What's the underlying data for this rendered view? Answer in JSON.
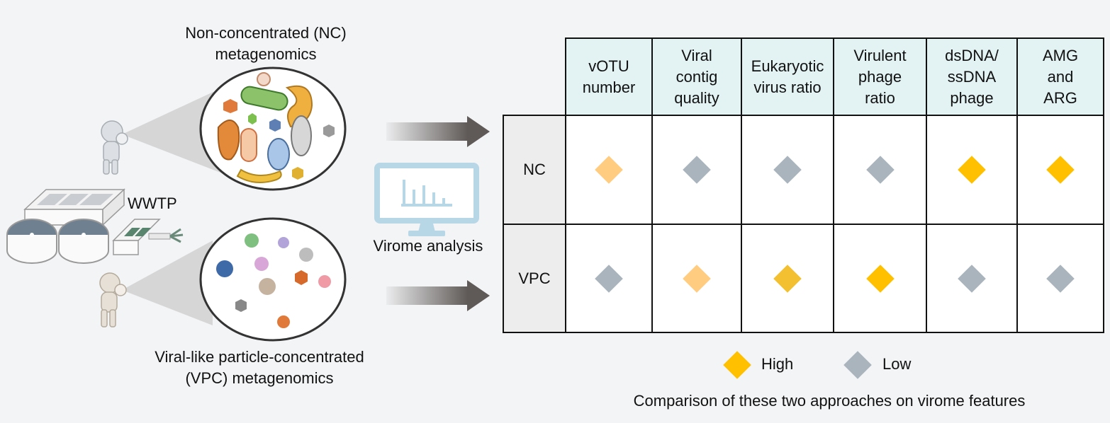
{
  "left": {
    "nc_title_line1": "Non-concentrated (NC)",
    "nc_title_line2": "metagenomics",
    "wwtp_label": "WWTP",
    "vpc_title_line1": "Viral-like particle-concentrated",
    "vpc_title_line2": "(VPC) metagenomics"
  },
  "middle": {
    "analysis_label": "Virome analysis"
  },
  "table": {
    "columns": [
      {
        "line1": "vOTU",
        "line2": "number",
        "line3": ""
      },
      {
        "line1": "Viral",
        "line2": "contig",
        "line3": "quality"
      },
      {
        "line1": "Eukaryotic",
        "line2": "virus ratio",
        "line3": ""
      },
      {
        "line1": "Virulent",
        "line2": "phage",
        "line3": "ratio"
      },
      {
        "line1": "dsDNA/",
        "line2": "ssDNA",
        "line3": "phage"
      },
      {
        "line1": "AMG",
        "line2": "and",
        "line3": "ARG"
      }
    ],
    "rows": [
      {
        "label": "NC",
        "levels": [
          "high-light",
          "low",
          "low",
          "low",
          "high",
          "high"
        ]
      },
      {
        "label": "VPC",
        "levels": [
          "low",
          "high-light",
          "high-medium",
          "high",
          "low",
          "low"
        ]
      }
    ]
  },
  "colors": {
    "high": "#ffc000",
    "high-medium": "#f2c030",
    "high-light": "#ffcc80",
    "low": "#aab4bc",
    "header_bg": "#e3f3f3"
  },
  "legend": {
    "high_label": "High",
    "low_label": "Low"
  },
  "caption": "Comparison of these two approaches on virome features"
}
